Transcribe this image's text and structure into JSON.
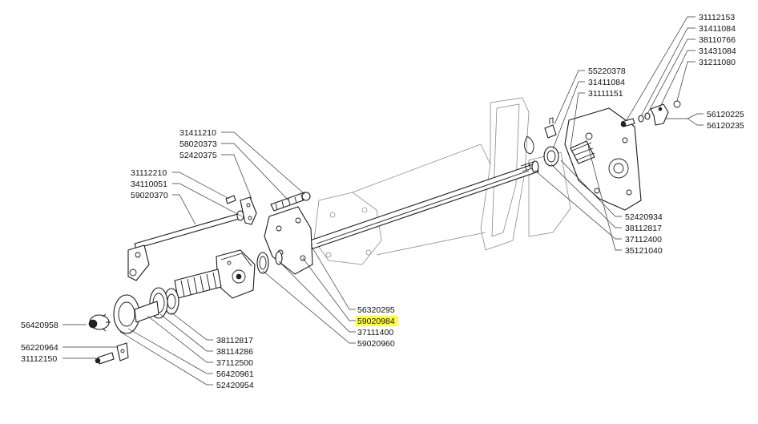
{
  "highlight_color": "#ffff3a",
  "part_numbers": [
    "31112153",
    "31411084",
    "38110766",
    "31431084",
    "31211080",
    "55220378",
    "31411084",
    "31111151",
    "56120225",
    "56120235",
    "31411210",
    "58020373",
    "52420375",
    "31112210",
    "34110051",
    "59020370",
    "52420934",
    "38112817",
    "37112400",
    "35121040",
    "56320295",
    "59020984",
    "37111400",
    "59020960",
    "56420958",
    "38112817",
    "38114286",
    "37112500",
    "56420961",
    "52420954",
    "56220964",
    "31112150"
  ],
  "highlighted_part": "59020984"
}
